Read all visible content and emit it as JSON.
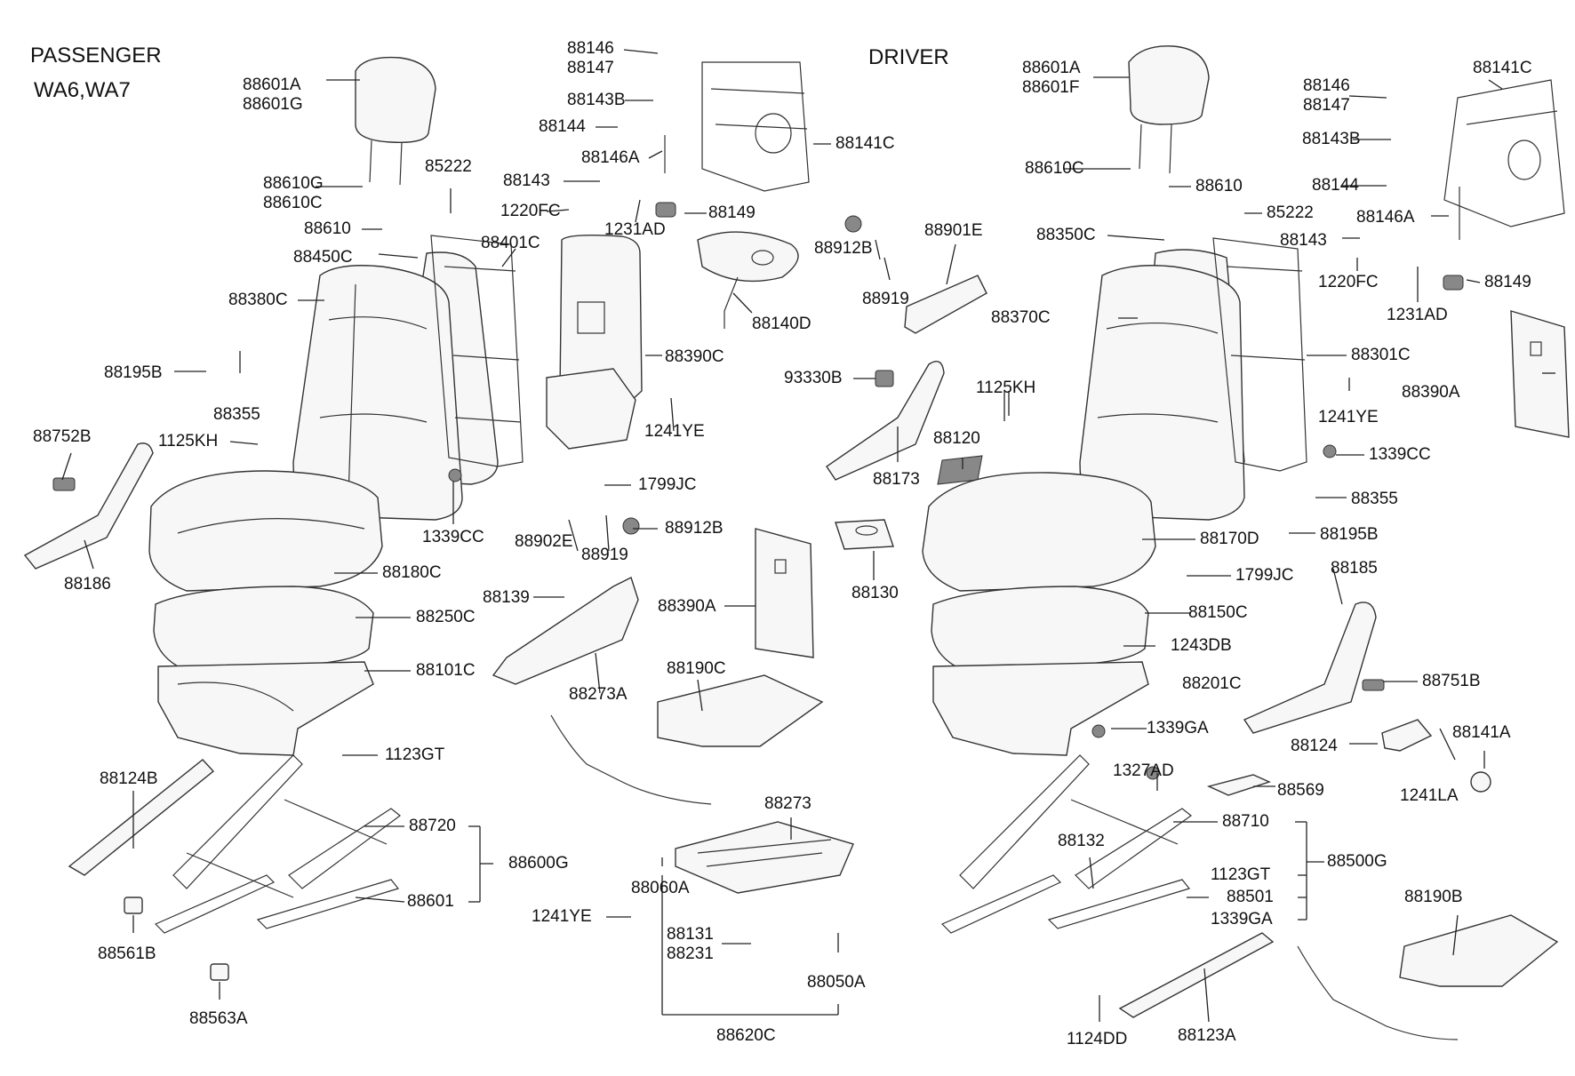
{
  "headings": {
    "passenger": "PASSENGER",
    "passenger_codes": "WA6,WA7",
    "driver": "DRIVER"
  },
  "labels": [
    "88601A",
    "88601G",
    "88610G",
    "88610C",
    "88610",
    "85222",
    "88450C",
    "88401C",
    "88380C",
    "88195B",
    "88355",
    "88752B",
    "1125KH",
    "88186",
    "1339CC",
    "88146",
    "88147",
    "88143B",
    "88144",
    "88146A",
    "88143",
    "1220FC",
    "1231AD",
    "88149",
    "88141C",
    "88390C",
    "1241YE",
    "88140D",
    "88902E",
    "1799JC",
    "88919",
    "88912B",
    "88180C",
    "88250C",
    "88101C",
    "88139",
    "88273A",
    "88390A",
    "88190C",
    "88124B",
    "1123GT",
    "88720",
    "88600G",
    "88601",
    "88561B",
    "88563A",
    "88273",
    "88060A",
    "1241YE",
    "88131",
    "88231",
    "88050A",
    "88620C",
    "88912B",
    "88919",
    "88901E",
    "93330B",
    "88173",
    "1125KH",
    "88120",
    "88130",
    "88601A",
    "88601F",
    "88610C",
    "88610",
    "85222",
    "88350C",
    "88370C",
    "88146",
    "88147",
    "88141C",
    "88143B",
    "88144",
    "88146A",
    "88143",
    "1220FC",
    "88149",
    "1231AD",
    "88301C",
    "88390A",
    "1241YE",
    "1339CC",
    "88355",
    "88195B",
    "88170D",
    "1799JC",
    "88185",
    "88150C",
    "1243DB",
    "88201C",
    "88751B",
    "1339GA",
    "88124",
    "88141A",
    "1241LA",
    "1327AD",
    "88569",
    "88710",
    "88500G",
    "88132",
    "1123GT",
    "88501",
    "1339GA",
    "88190B",
    "1124DD",
    "88123A"
  ]
}
